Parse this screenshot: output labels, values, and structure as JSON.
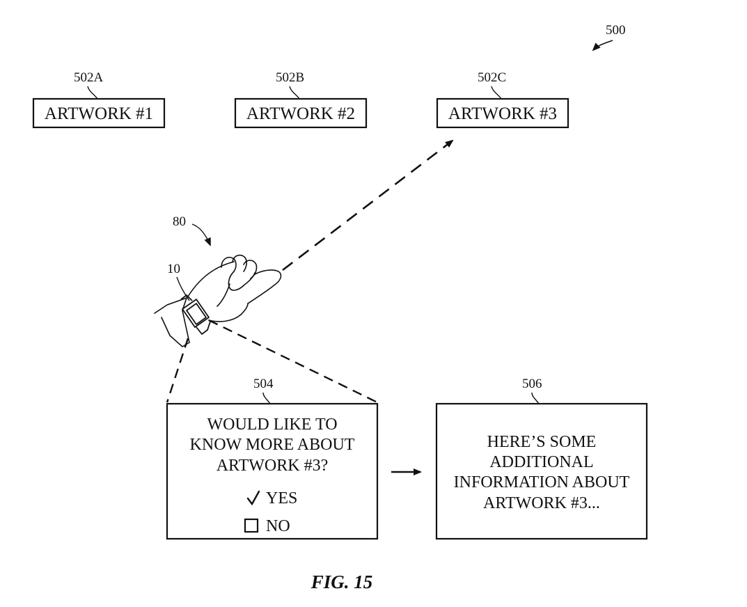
{
  "figure": {
    "ref_system": "500",
    "caption": "FIG. 15"
  },
  "artworks": [
    {
      "ref": "502A",
      "label": "ARTWORK #1"
    },
    {
      "ref": "502B",
      "label": "ARTWORK #2"
    },
    {
      "ref": "502C",
      "label": "ARTWORK #3"
    }
  ],
  "user": {
    "ref_user": "80",
    "ref_device": "10"
  },
  "dialog_504": {
    "ref": "504",
    "question_lines": [
      "WOULD LIKE TO",
      "KNOW MORE ABOUT",
      "ARTWORK #3?"
    ],
    "option_yes": "YES",
    "option_no": "NO"
  },
  "info_506": {
    "ref": "506",
    "lines": [
      "HERE’S SOME",
      "ADDITIONAL",
      "INFORMATION ABOUT",
      "ARTWORK #3..."
    ]
  }
}
